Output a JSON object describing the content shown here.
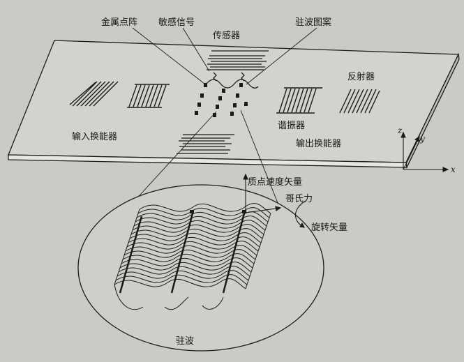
{
  "labels": {
    "metal_dot_array": "金属点阵",
    "sensitive_signal": "敏感信号",
    "sensor": "传感器",
    "standing_wave_pattern": "驻波图案",
    "reflector": "反射器",
    "input_transducer": "输入换能器",
    "resonator": "谐振器",
    "output_transducer": "输出换能器",
    "particle_velocity_vector": "质点速度矢量",
    "coriolis_force": "哥氏力",
    "rotation_vector": "旋转矢量",
    "standing_wave": "驻波"
  },
  "axes": {
    "x": "x",
    "y": "y",
    "z": "z"
  },
  "colors": {
    "background": "#cbcbc6",
    "line": "#1a1a1a",
    "plate_top": "#d3d3ce",
    "plate_edge": "#e6e6e2"
  }
}
